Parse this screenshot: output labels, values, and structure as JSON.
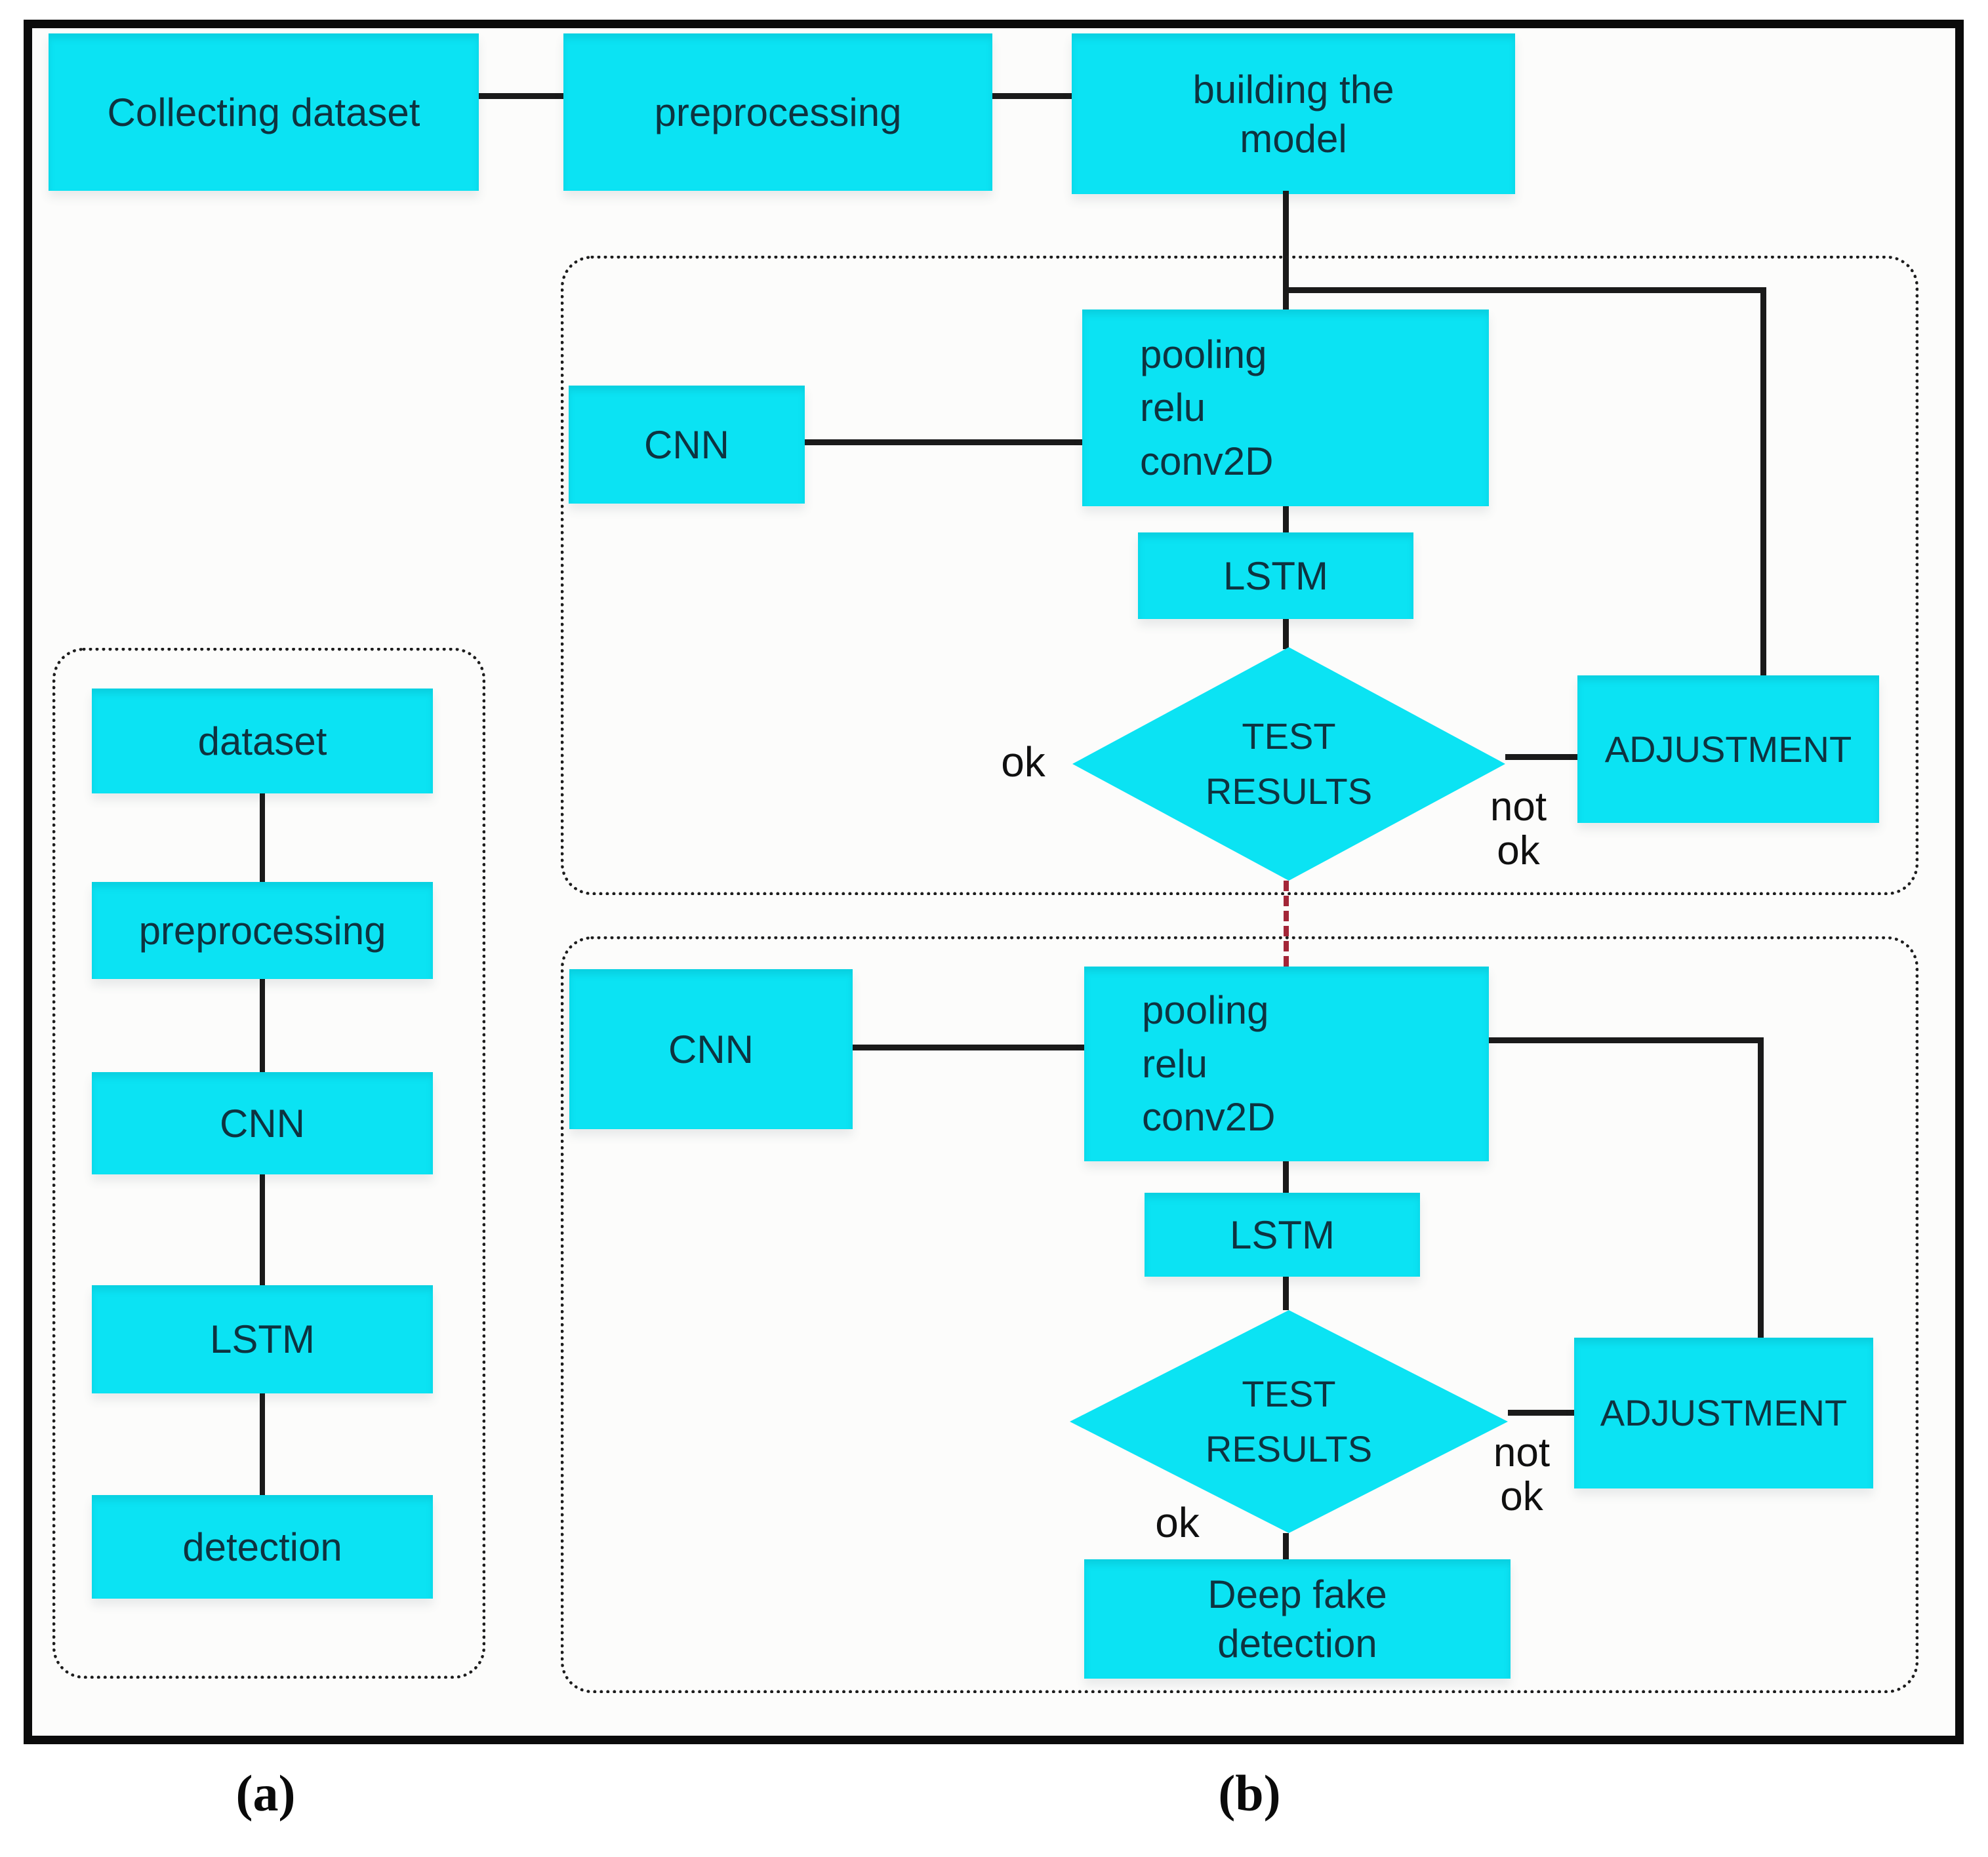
{
  "figure": {
    "panel_a_label": "(a)",
    "panel_b_label": "(b)"
  },
  "top_row": {
    "collecting": "Collecting dataset",
    "preprocessing": "preprocessing",
    "building": "building the\nmodel"
  },
  "panel_a": {
    "steps": [
      "dataset",
      "preprocessing",
      "CNN",
      "LSTM",
      "detection"
    ]
  },
  "stage1": {
    "cnn": "CNN",
    "stack": "pooling\nrelu\nconv2D",
    "lstm": "LSTM",
    "decision": "TEST\nRESULTS",
    "ok": "ok",
    "not_ok": "not\nok",
    "adjustment": "ADJUSTMENT"
  },
  "stage2": {
    "cnn": "CNN",
    "stack": "pooling\nrelu\nconv2D",
    "lstm": "LSTM",
    "decision": "TEST\nRESULTS",
    "ok": "ok",
    "not_ok": "not\nok",
    "adjustment": "ADJUSTMENT",
    "output": "Deep fake\ndetection"
  },
  "colors": {
    "node_fill": "#0BE3F3",
    "node_text": "#0E3340",
    "connector": "#1A1A1A",
    "dashed_link": "#A32638",
    "frame": "#0B0B0B"
  }
}
